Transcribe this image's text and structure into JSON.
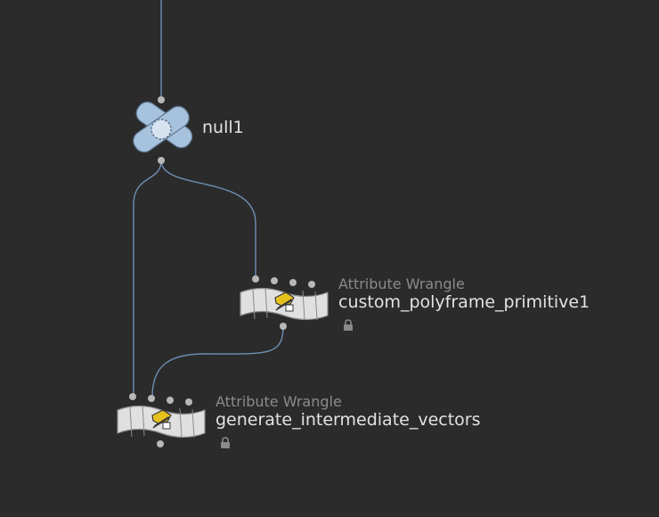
{
  "network": {
    "nodes": [
      {
        "id": "null1",
        "type_label": "",
        "name": "null1",
        "locked": false
      },
      {
        "id": "custom_polyframe_primitive1",
        "type_label": "Attribute Wrangle",
        "name": "custom_polyframe_primitive1",
        "locked": true,
        "icon": "wrangle-icon"
      },
      {
        "id": "generate_intermediate_vectors",
        "type_label": "Attribute Wrangle",
        "name": "generate_intermediate_vectors",
        "locked": true,
        "icon": "wrangle-icon"
      }
    ],
    "colors": {
      "background": "#2b2b2b",
      "wire": "#6e8fb5",
      "null_node": "#a7c2dc",
      "wrangle_node": "#e0e0e0",
      "connector": "#b8b8b8",
      "icon_accent": "#e8c21c"
    }
  }
}
